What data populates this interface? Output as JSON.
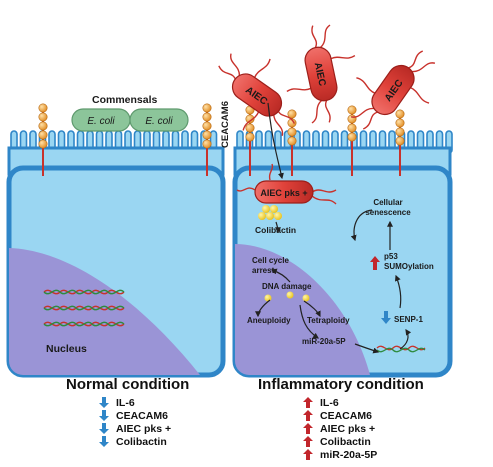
{
  "left_cell": {
    "commensals_label": "Commensals",
    "ecoli_labels": [
      "E. coli",
      "E. coli"
    ],
    "receptor_label": "CEACAM6",
    "nucleus_label": "Nucleus"
  },
  "right_cell": {
    "aiec_labels": [
      "AIEC",
      "AIEC",
      "AIEC"
    ],
    "aiec_pks_label": "AIEC pks +",
    "colibactin_label": "Colibactin",
    "cell_cycle_arrest": "Cell cycle arrest",
    "dna_damage": "DNA damage",
    "aneuploidy": "Aneuploidy",
    "tetraploidy": "Tetraploidy",
    "mir_label": "miR-20a-5P",
    "senp_label": "SENP-1",
    "p53_label": "p53 SUMOylation",
    "senescence_label": "Cellular senescence"
  },
  "normal": {
    "title": "Normal condition",
    "items": [
      "IL-6",
      "CEACAM6",
      "AIEC pks +",
      "Colibactin"
    ]
  },
  "inflammatory": {
    "title": "Inflammatory condition",
    "items": [
      "IL-6",
      "CEACAM6",
      "AIEC pks +",
      "Colibactin",
      "miR-20a-5P"
    ]
  },
  "colors": {
    "cell_fill": "#9ad6f2",
    "cell_border": "#2f86c8",
    "nucleus": "#9a94d6",
    "bacterium": "#e0423a",
    "commensal": "#8cc59a",
    "receptor": "#f0a243",
    "up_arrow": "#c2262c",
    "down_arrow": "#2f86c8"
  }
}
